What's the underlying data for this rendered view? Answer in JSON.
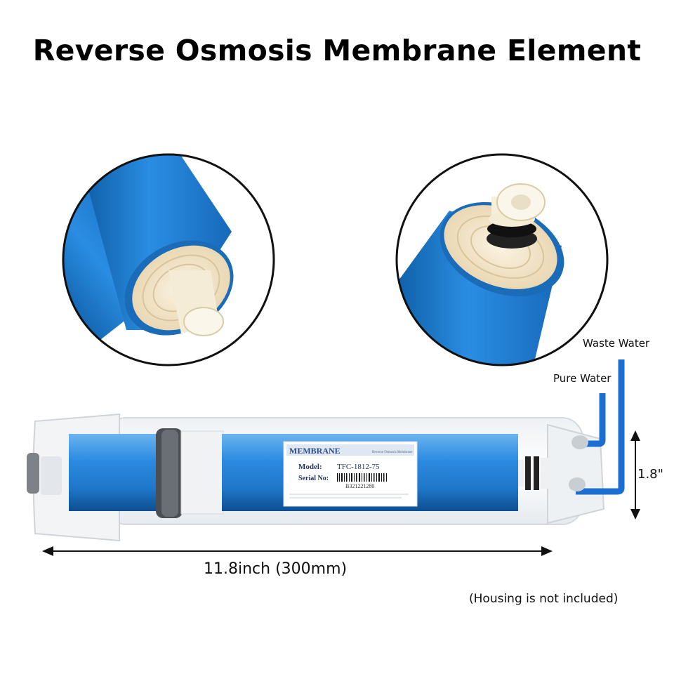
{
  "title": "Reverse Osmosis Membrane Element",
  "labels": {
    "waste_water": "Waste Water",
    "pure_water": "Pure Water",
    "height": "1.8\"",
    "length": "11.8inch (300mm)",
    "note": "(Housing is not included)"
  },
  "membrane_label": {
    "brand": "MEMBRANE",
    "subtitle": "Reverse Osmosis Membrane",
    "model_label": "Model:",
    "model_value": "TFC-1812-75",
    "serial_label": "Serial No:",
    "serial_value": "B321221280"
  },
  "colors": {
    "membrane_blue": "#1f7fd0",
    "membrane_dark": "#0f5ea6",
    "water_pipe": "#1a6fd0",
    "mesh": "#f1e2c4"
  }
}
